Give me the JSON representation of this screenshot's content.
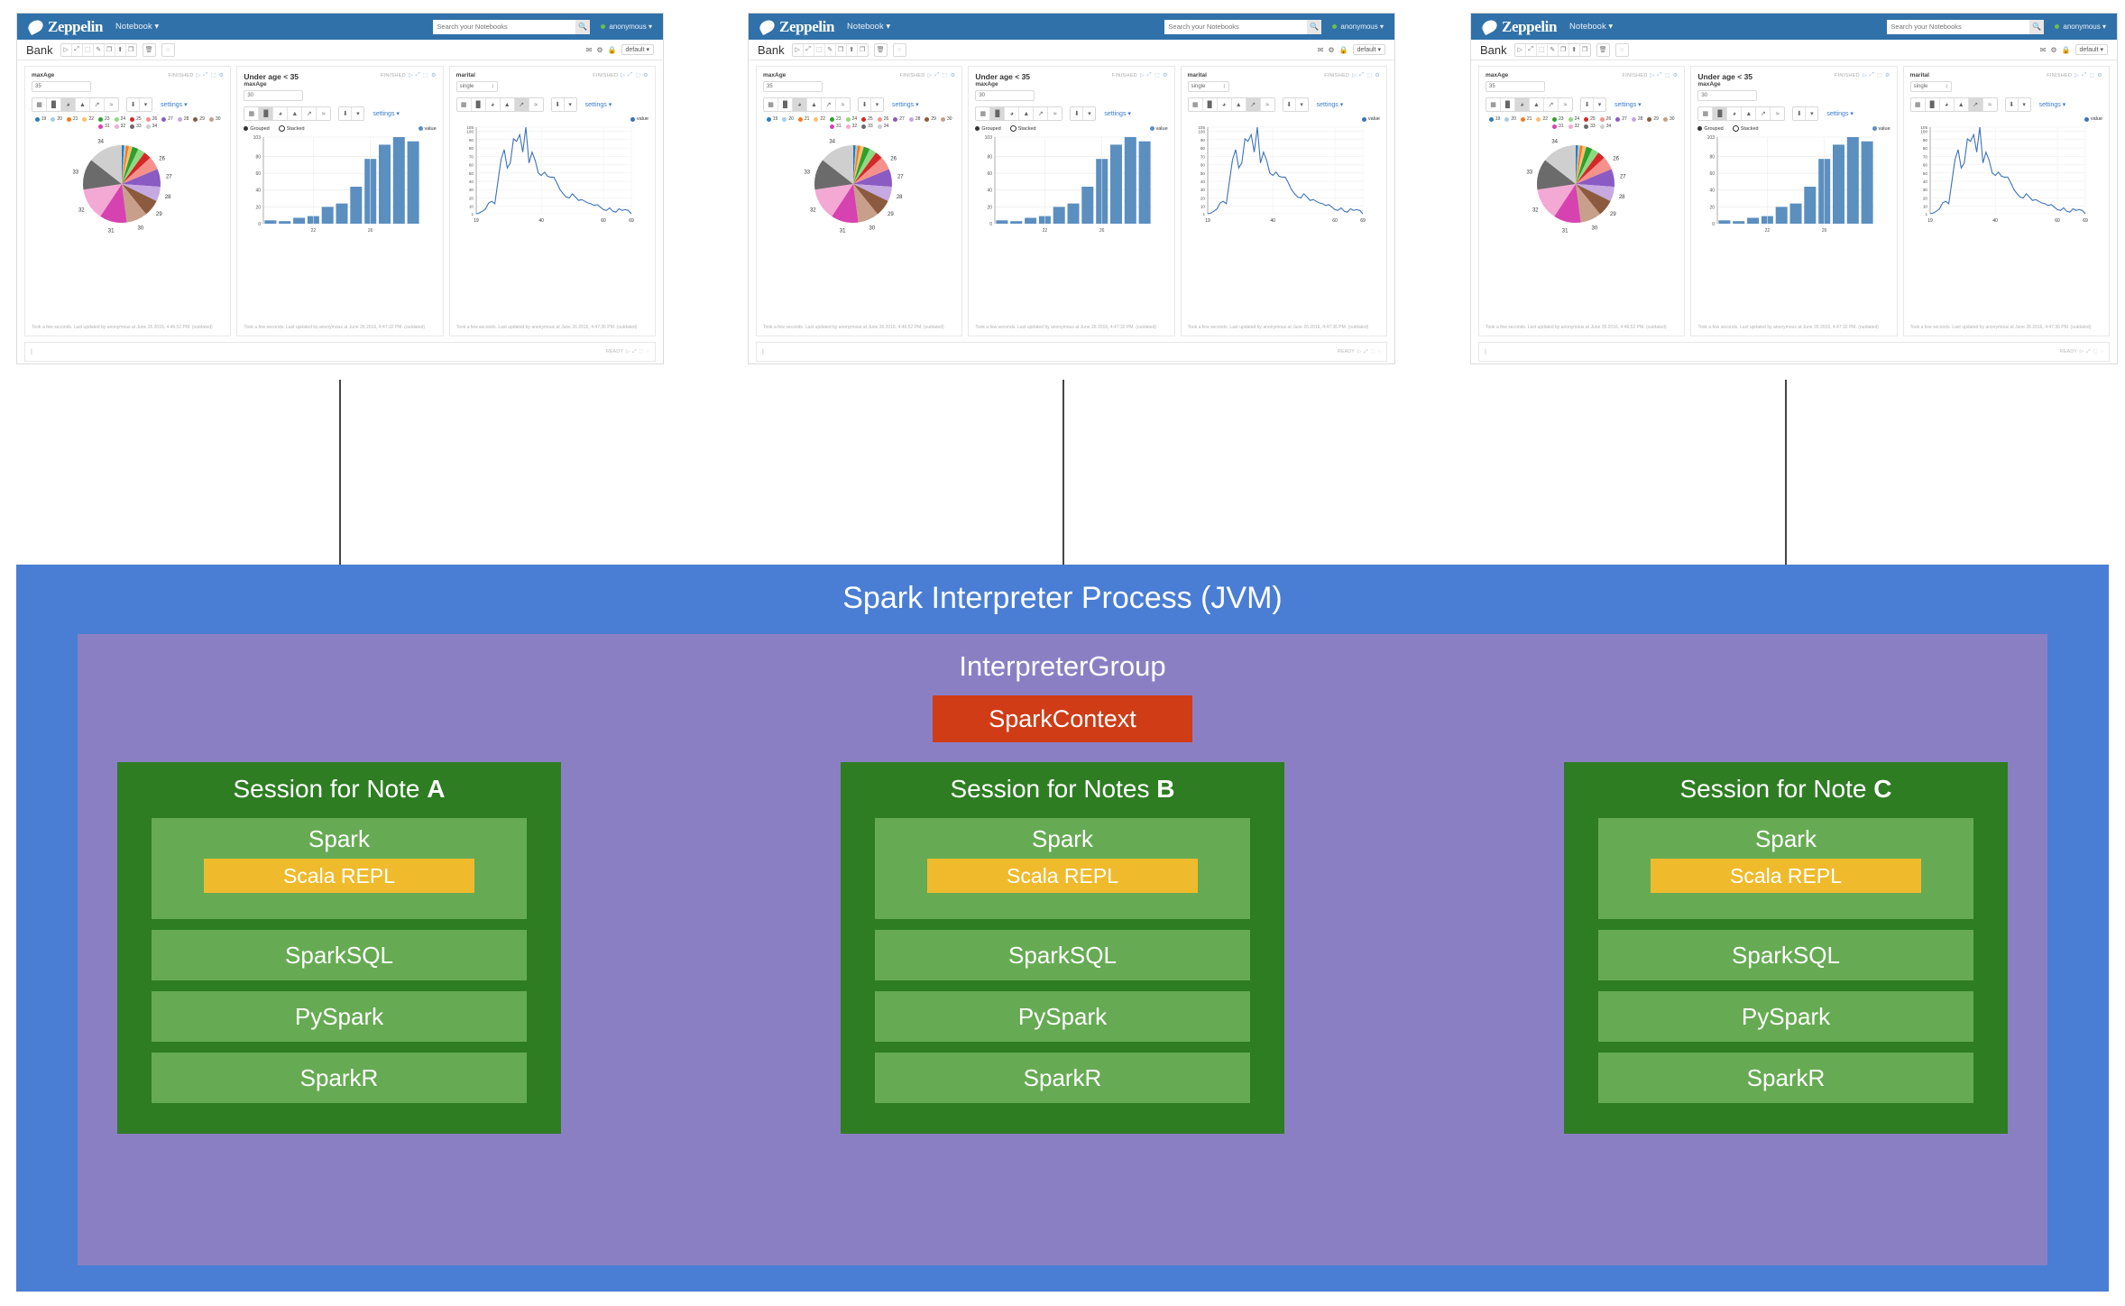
{
  "colors": {
    "zeppelin_blue": "#3071a9",
    "jvm_blue": "#4a7ed4",
    "interpreter_purple": "#8b7fc4",
    "sparkcontext_red": "#cf3c16",
    "session_green": "#2e7d23",
    "slot_green": "#66ab53",
    "repl_yellow": "#efbb2d",
    "bar_blue": "#5b8fc0",
    "line_blue": "#3d72b8"
  },
  "notebook": {
    "brand": "Zeppelin",
    "menu_label": "Notebook",
    "menu_caret": "▾",
    "search_placeholder": "Search your Notebooks",
    "search_icon": "🔍",
    "user_label": "anonymous",
    "user_caret": "▾",
    "title": "Bank",
    "toolbar_icons": [
      "▷",
      "⤢",
      "⬚",
      "✎",
      "❐",
      "⬆",
      "❐"
    ],
    "trash_icon": "🗑",
    "clock_icon": "◌",
    "right_icons": [
      "✉",
      "⚙",
      "🔒"
    ],
    "interpreter_binding": "default",
    "interpreter_caret": "▾",
    "footer_status": "READY",
    "footer_icons": [
      "▷",
      "⤢",
      "⬚",
      "◌"
    ],
    "paragraph_status": "FINISHED",
    "paragraph_status_icons": [
      "▷",
      "⤢",
      "⬚",
      "⚙"
    ],
    "viz_icons": [
      "▦",
      "█",
      "◕",
      "▲",
      "↗",
      "≈"
    ],
    "export_icon": "⬇",
    "export_caret": "▾",
    "settings_label": "settings",
    "settings_caret": "▾",
    "paragraphs": [
      {
        "title": "",
        "form_label": "maxAge",
        "form_value": "35",
        "active_viz": 2,
        "footer": "Took a few seconds. Last updated by anonymous at June 26 2016, 4:46:52 PM. (outdated)"
      },
      {
        "title": "Under age < 35",
        "form_label": "maxAge",
        "form_value": "30",
        "active_viz": 1,
        "legend_grouped": "Grouped",
        "legend_stacked": "Stacked",
        "legend_value": "value",
        "footer": "Took a few seconds. Last updated by anonymous at June 26 2016, 4:47:32 PM. (outdated)"
      },
      {
        "title": "",
        "form_label": "marital",
        "form_value": "single",
        "active_viz": 4,
        "legend_value": "value",
        "footer": "Took a few seconds. Last updated by anonymous at June 26 2016, 4:47:36 PM. (outdated)"
      }
    ]
  },
  "chart_data": [
    {
      "type": "pie",
      "title": "",
      "legend_position": "top",
      "labels": [
        "19",
        "20",
        "21",
        "22",
        "23",
        "24",
        "25",
        "26",
        "27",
        "28",
        "29",
        "30",
        "31",
        "32",
        "33",
        "34"
      ],
      "values": [
        1.0,
        0.8,
        1.2,
        1.5,
        2.6,
        3.0,
        3.2,
        5.6,
        7.5,
        6.2,
        7.0,
        8.8,
        11.5,
        13.5,
        13.0,
        14.6
      ],
      "colors": [
        "#2b7bba",
        "#a6cee3",
        "#f57c20",
        "#fdbf6f",
        "#2ca02c",
        "#90d982",
        "#d62728",
        "#f4918c",
        "#8a5bc2",
        "#c5a9e0",
        "#8c5b3f",
        "#c89f8a",
        "#d642b0",
        "#f3a9d4",
        "#6b6b6b",
        "#cfcfcf"
      ]
    },
    {
      "type": "bar",
      "title": "Under age < 35",
      "categories": [
        "19",
        "20",
        "21",
        "22",
        "23",
        "24",
        "25",
        "26",
        "27",
        "28",
        "29"
      ],
      "values": [
        4,
        3,
        7,
        9,
        20,
        24,
        44,
        77,
        94,
        103,
        98
      ],
      "xlabel": "",
      "ylabel": "",
      "xticks": [
        "22",
        "26"
      ],
      "yticks": [
        0,
        20,
        40,
        60,
        80,
        103
      ],
      "ylim": [
        0,
        103
      ],
      "series_name": "value",
      "grid": true
    },
    {
      "type": "line",
      "title": "",
      "series_name": "value",
      "x": [
        19,
        20,
        21,
        22,
        23,
        24,
        25,
        26,
        27,
        28,
        29,
        30,
        31,
        32,
        33,
        34,
        35,
        36,
        37,
        38,
        39,
        40,
        41,
        42,
        43,
        44,
        45,
        46,
        47,
        48,
        49,
        50,
        51,
        52,
        53,
        54,
        55,
        56,
        57,
        58,
        59,
        60,
        61,
        62,
        63,
        64,
        65,
        66,
        67,
        68,
        69
      ],
      "y": [
        1,
        2,
        4,
        7,
        14,
        16,
        13,
        40,
        66,
        78,
        56,
        62,
        91,
        88,
        96,
        75,
        105,
        62,
        75,
        65,
        50,
        47,
        51,
        46,
        45,
        45,
        38,
        30,
        25,
        21,
        20,
        25,
        21,
        17,
        18,
        16,
        14,
        13,
        11,
        12,
        9,
        6,
        5,
        8,
        4,
        3,
        7,
        5,
        6,
        5,
        1
      ],
      "yticks": [
        1,
        10,
        20,
        30,
        40,
        50,
        60,
        70,
        80,
        90,
        100,
        105
      ],
      "xticks": [
        19,
        40,
        60,
        69
      ],
      "ylim": [
        1,
        105
      ],
      "xlim": [
        19,
        69
      ],
      "grid": true
    }
  ],
  "diagram": {
    "jvm_title": "Spark Interpreter Process (JVM)",
    "interpreter_group_title": "InterpreterGroup",
    "spark_context_label": "SparkContext",
    "sessions": [
      {
        "title_prefix": "Session for Note ",
        "title_suffix": "A",
        "slots": [
          "Spark",
          "SparkSQL",
          "PySpark",
          "SparkR"
        ],
        "repl_label": "Scala REPL"
      },
      {
        "title_prefix": "Session for Notes ",
        "title_suffix": "B",
        "slots": [
          "Spark",
          "SparkSQL",
          "PySpark",
          "SparkR"
        ],
        "repl_label": "Scala REPL"
      },
      {
        "title_prefix": "Session for Note ",
        "title_suffix": "C",
        "slots": [
          "Spark",
          "SparkSQL",
          "PySpark",
          "SparkR"
        ],
        "repl_label": "Scala REPL"
      }
    ]
  }
}
